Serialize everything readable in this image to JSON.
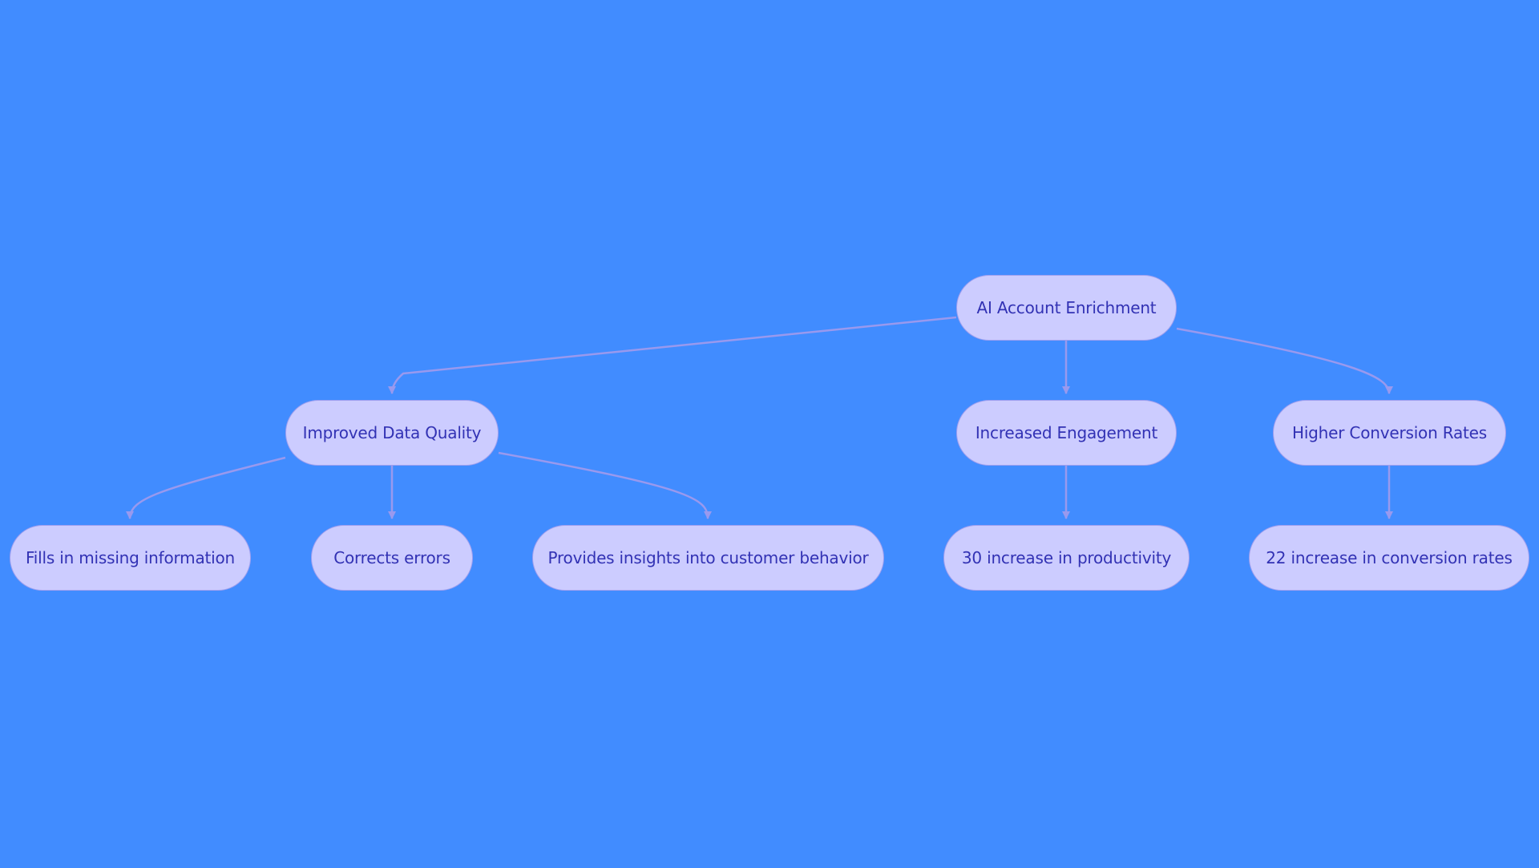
{
  "theme": {
    "background": "#418cff",
    "node_fill": "#ccccff",
    "node_border": "#9f9fef",
    "node_text": "#3232b4",
    "edge_color": "#9999ee"
  },
  "nodes": {
    "root": "AI Account Enrichment",
    "improved_data_quality": "Improved Data Quality",
    "increased_engagement": "Increased Engagement",
    "higher_conversion_rates": "Higher Conversion Rates",
    "fills_missing": "Fills in missing information",
    "corrects_errors": "Corrects errors",
    "provides_insights": "Provides insights into customer behavior",
    "productivity_increase": "30 increase in productivity",
    "conversion_increase": "22 increase in conversion rates"
  },
  "edges": [
    {
      "from": "root",
      "to": "improved_data_quality"
    },
    {
      "from": "root",
      "to": "increased_engagement"
    },
    {
      "from": "root",
      "to": "higher_conversion_rates"
    },
    {
      "from": "improved_data_quality",
      "to": "fills_missing"
    },
    {
      "from": "improved_data_quality",
      "to": "corrects_errors"
    },
    {
      "from": "improved_data_quality",
      "to": "provides_insights"
    },
    {
      "from": "increased_engagement",
      "to": "productivity_increase"
    },
    {
      "from": "higher_conversion_rates",
      "to": "conversion_increase"
    }
  ]
}
